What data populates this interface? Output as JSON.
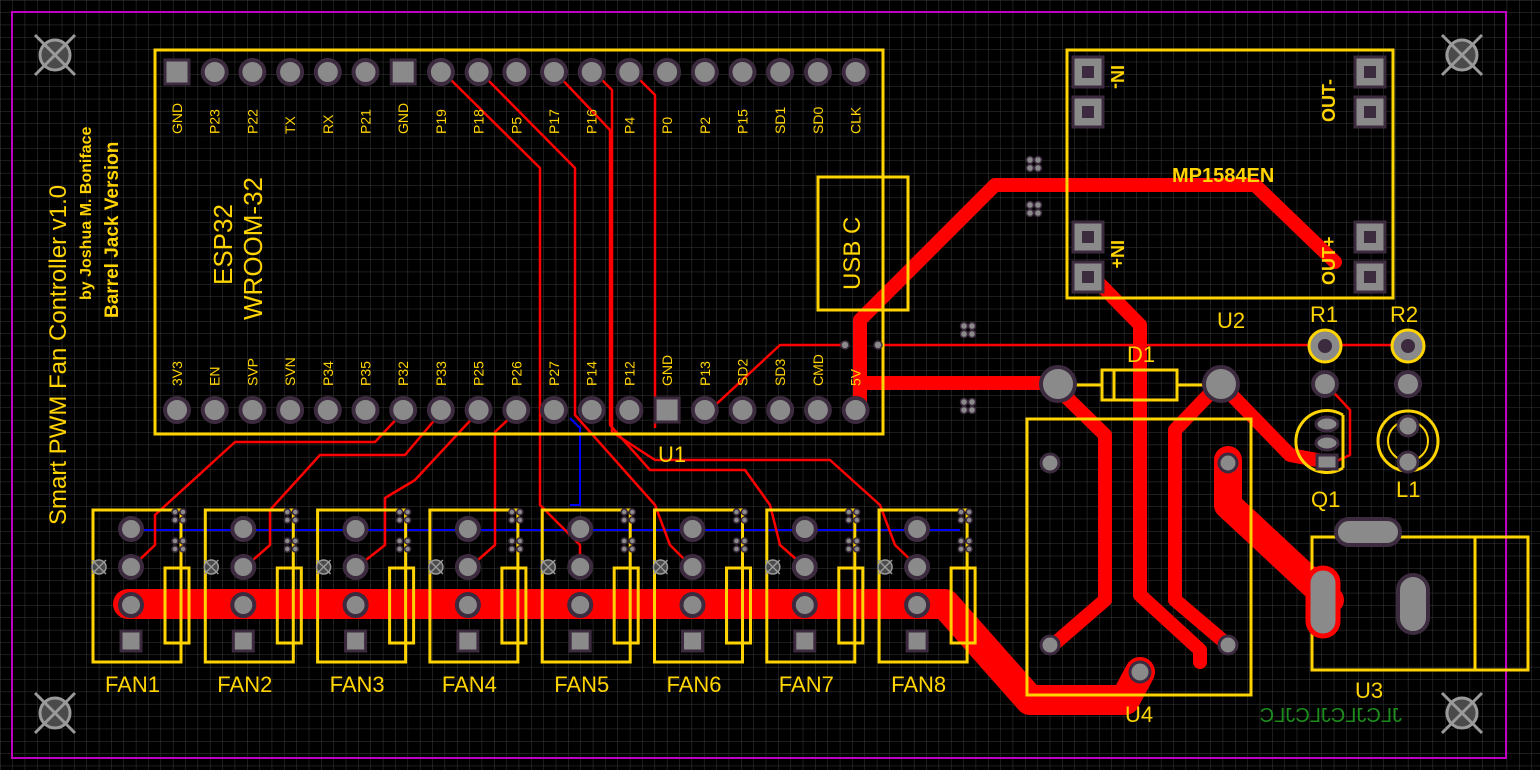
{
  "colors": {
    "background": "#000000",
    "grid": "#3a3a3a",
    "outline": "#c000c0",
    "silkscreen": "#ffd400",
    "copper": "#ff0000",
    "bottom_trace": "#0000ff",
    "pad": "#8a8a8a",
    "pad_ring": "#3c2a3e",
    "bottom_silk": "#1c8c1c"
  },
  "title": {
    "line1": "Smart PWM Fan Controller v1.0",
    "line2": "by Joshua M. Boniface",
    "line3": "Barrel Jack Version"
  },
  "esp32": {
    "name": "ESP32",
    "model": "WROOM-32",
    "usb": "USB C",
    "designator": "U1",
    "top_pins": [
      "GND",
      "P23",
      "P22",
      "TX",
      "RX",
      "P21",
      "GND",
      "P19",
      "P18",
      "P5",
      "P17",
      "P16",
      "P4",
      "P0",
      "P2",
      "P15",
      "SD1",
      "SD0",
      "CLK"
    ],
    "bottom_pins": [
      "3V3",
      "EN",
      "SVP",
      "SVN",
      "P34",
      "P35",
      "P32",
      "P33",
      "P25",
      "P26",
      "P27",
      "P14",
      "P12",
      "GND",
      "P13",
      "SD2",
      "SD3",
      "CMD",
      "5V"
    ]
  },
  "regulator": {
    "name": "MP1584EN",
    "designator": "U2",
    "in_neg": "IN-",
    "in_pos": "IN+",
    "out_neg": "OUT-",
    "out_pos": "OUT+"
  },
  "parts": {
    "r1": "R1",
    "r2": "R2",
    "d1": "D1",
    "q1": "Q1",
    "l1": "L1",
    "u3": "U3",
    "u4": "U4"
  },
  "fans": [
    "FAN1",
    "FAN2",
    "FAN3",
    "FAN4",
    "FAN5",
    "FAN6",
    "FAN7",
    "FAN8"
  ],
  "bottom_text": "JLCJLCJLCJLC"
}
